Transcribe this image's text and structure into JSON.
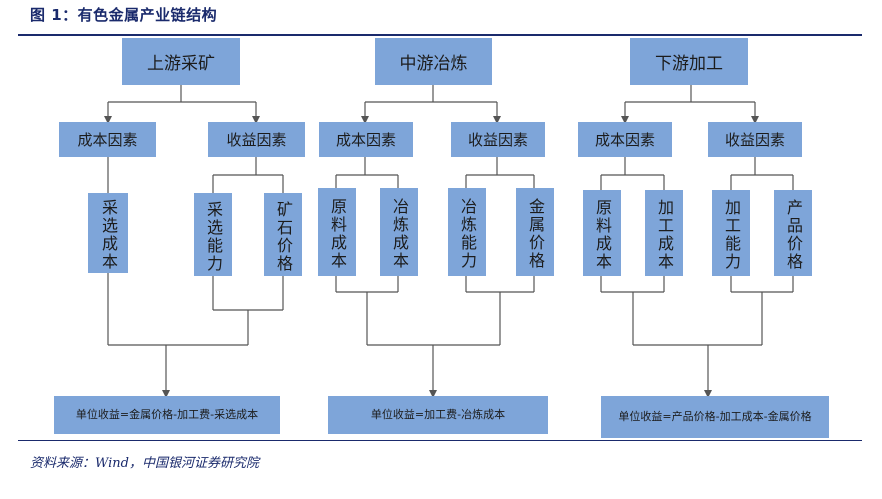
{
  "title": "图 1：有色金属产业链结构",
  "source": "资料来源：Wind，中国银河证券研究院",
  "stages": [
    {
      "name": "上游采矿",
      "cost_label": "成本因素",
      "revenue_label": "收益因素",
      "cost_items": [
        "采选成本"
      ],
      "revenue_items": [
        "采选能力",
        "矿石价格"
      ],
      "formula": "单位收益=金属价格-加工费-采选成本"
    },
    {
      "name": "中游冶炼",
      "cost_label": "成本因素",
      "revenue_label": "收益因素",
      "cost_items": [
        "原料成本",
        "冶炼成本"
      ],
      "revenue_items": [
        "冶炼能力",
        "金属价格"
      ],
      "formula": "单位收益=加工费-冶炼成本"
    },
    {
      "name": "下游加工",
      "cost_label": "成本因素",
      "revenue_label": "收益因素",
      "cost_items": [
        "原料成本",
        "加工成本"
      ],
      "revenue_items": [
        "加工能力",
        "产品价格"
      ],
      "formula": "单位收益=产品价格-加工成本-金属价格"
    }
  ],
  "colors": {
    "box": "#7ea5d9",
    "line": "#555555",
    "title": "#1a2a6c"
  }
}
